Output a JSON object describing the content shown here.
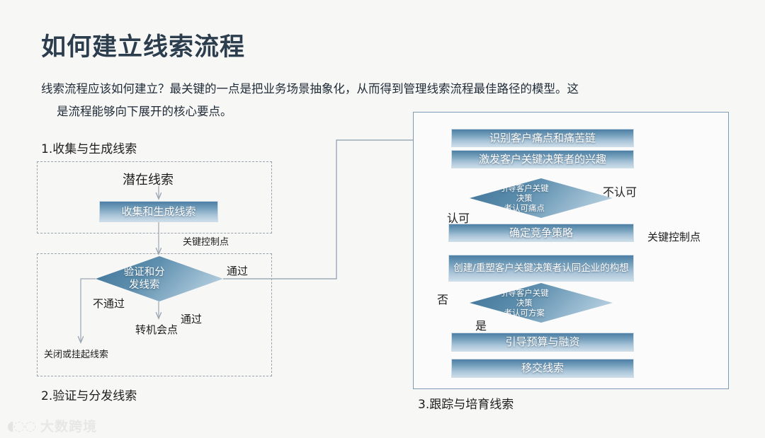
{
  "header": {
    "title": "如何建立线索流程",
    "subtitle_line1": "线索流程应该如何建立？最关键的一点是把业务场景抽象化，从而得到管理线索流程最佳路径的模型。这",
    "subtitle_line2": "是流程能够向下展开的核心要点。"
  },
  "sections": {
    "one": {
      "caption": "1.收集与生成线索",
      "potential": "潜在线索",
      "collect_box": "收集和生成线索",
      "key_control_point": "关键控制点"
    },
    "two": {
      "caption": "2.验证与分发线索",
      "decision": "验证和分\n发线索",
      "decision_line1": "验证和分",
      "decision_line2": "发线索",
      "label_pass_right": "通过",
      "label_not_pass": "不通过",
      "label_pass_bottom": "通过",
      "label_opportunity": "转机会点",
      "label_close": "关闭或挂起线索"
    },
    "three": {
      "caption": "3.跟踪与培育线索",
      "key_control_point": "关键控制点",
      "box1": "识别客户痛点和痛苦链",
      "box2": "激发客户关键决策者的兴趣",
      "diamond1_line1": "引导客户关键决策",
      "diamond1_line2": "者认可痛点",
      "label_disagree": "不认可",
      "label_agree": "认可",
      "box3": "确定竞争策略",
      "box4": "创建/重塑客户关键决策者认同企业的构想",
      "diamond2_line1": "引导客户关键决策",
      "diamond2_line2": "者认可方案",
      "label_no": "否",
      "label_yes": "是",
      "box5": "引导预算与融资",
      "box6": "移交线索"
    }
  },
  "watermark": {
    "logo": "◖◌◌",
    "text": "大数跨境"
  },
  "colors": {
    "background": "#f7f7f6",
    "title": "#2c3e4e",
    "box_gradient_top": "#4d7ea4",
    "box_gradient_bottom": "#ccdde9",
    "diamond_gradient_top": "#3d7296",
    "section3_border": "#7a9ab5",
    "dashed_border": "#9aa3ad",
    "wire": "#8b9bab"
  }
}
